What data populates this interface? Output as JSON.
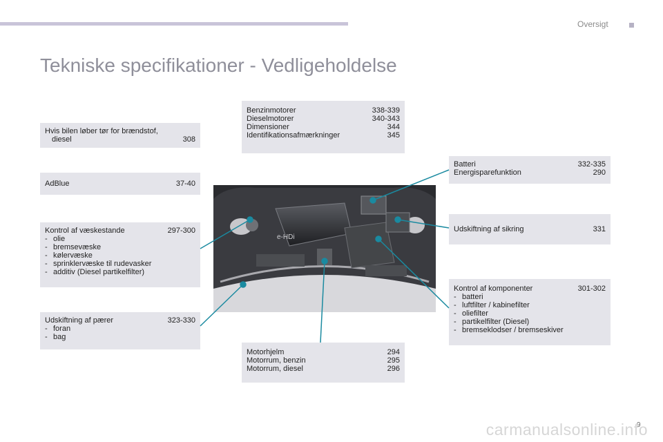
{
  "header": {
    "section": "Oversigt"
  },
  "page": {
    "title": "Tekniske specifikationer - Vedligeholdelse",
    "page_number": "9"
  },
  "boxes": {
    "fuel": {
      "line1": "Hvis bilen løber tør for brændstof,",
      "line2": "diesel",
      "page": "308"
    },
    "adblue": {
      "label": "AdBlue",
      "page": "37-40"
    },
    "fluids": {
      "label": "Kontrol af væskestande",
      "page": "297-300",
      "items": [
        "olie",
        "bremsevæske",
        "kølervæske",
        "sprinklervæske til rudevasker",
        "additiv (Diesel partikelfilter)"
      ]
    },
    "bulbs": {
      "label": "Udskiftning af pærer",
      "page": "323-330",
      "items": [
        "foran",
        "bag"
      ]
    },
    "engines": {
      "rows": [
        {
          "label": "Benzinmotorer",
          "page": "338-339"
        },
        {
          "label": "Dieselmotorer",
          "page": "340-343"
        },
        {
          "label": "Dimensioner",
          "page": "344"
        },
        {
          "label": "Identifikationsafmærkninger",
          "page": "345"
        }
      ]
    },
    "battery": {
      "rows": [
        {
          "label": "Batteri",
          "page": "332-335"
        },
        {
          "label": "Energisparefunktion",
          "page": "290"
        }
      ]
    },
    "fuses": {
      "label": "Udskiftning af sikring",
      "page": "331"
    },
    "components": {
      "label": "Kontrol af komponenter",
      "page": "301-302",
      "items": [
        "batteri",
        "luftfilter / kabinefilter",
        "oliefilter",
        "partikelfilter (Diesel)",
        "bremseklodser / bremseskiver"
      ]
    },
    "bonnet": {
      "rows": [
        {
          "label": "Motorhjelm",
          "page": "294"
        },
        {
          "label": "Motorrum, benzin",
          "page": "295"
        },
        {
          "label": "Motorrum, diesel",
          "page": "296"
        }
      ]
    }
  },
  "engine_image": {
    "badge": "e-HDi"
  },
  "watermark": "carmanualsonline.info",
  "colors": {
    "callout": "#1a8aa0",
    "box_bg": "#e4e4ea",
    "title": "#8f8f9a"
  }
}
